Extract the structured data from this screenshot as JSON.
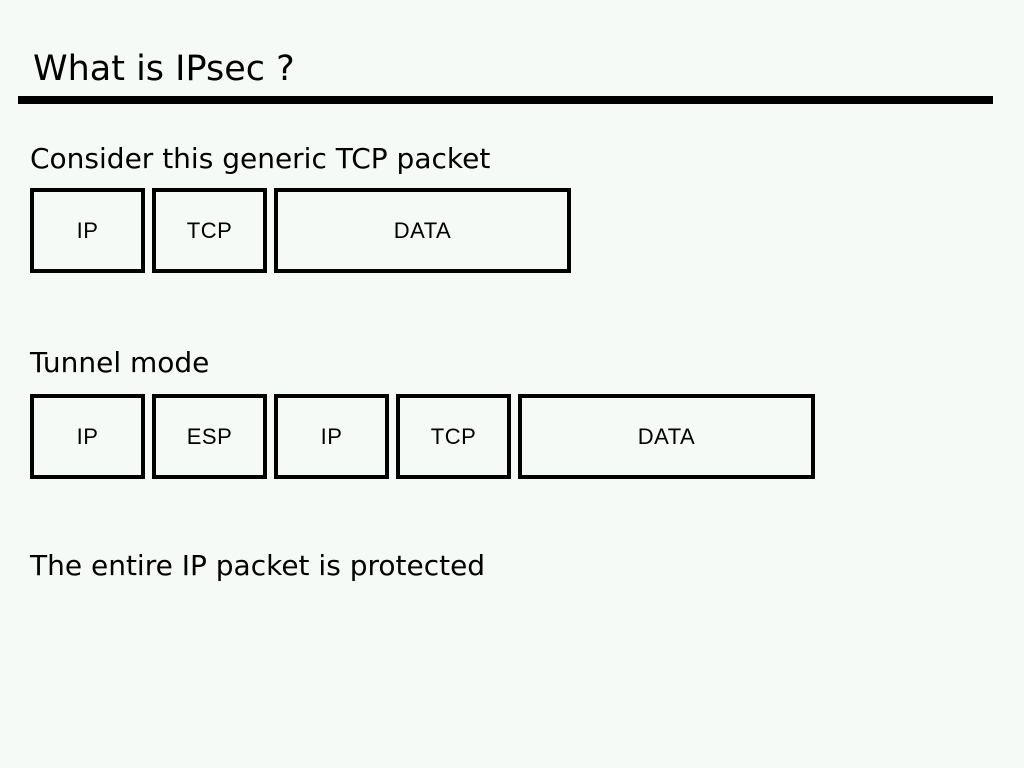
{
  "title": "What is IPsec ?",
  "colors": {
    "background": "#f5faf6",
    "foreground": "#000000"
  },
  "sections": {
    "generic_packet": {
      "caption": "Consider this generic TCP packet",
      "fields": [
        "IP",
        "TCP",
        "DATA"
      ]
    },
    "tunnel_mode": {
      "caption": "Tunnel mode",
      "fields": [
        "IP",
        "ESP",
        "IP",
        "TCP",
        "DATA"
      ]
    },
    "conclusion": "The entire IP packet is protected"
  }
}
